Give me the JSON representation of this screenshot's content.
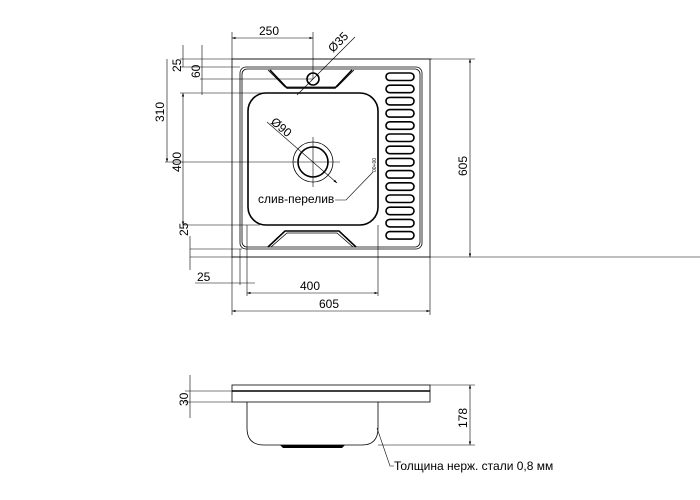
{
  "top_view": {
    "dim_width_top": "250",
    "dim_tap_hole": "Ø35",
    "dim_25_top": "25",
    "dim_60": "60",
    "dim_310": "310",
    "dim_400_left": "400",
    "dim_25_left": "25",
    "dim_605_right": "605",
    "dim_drain": "Ø90",
    "overflow_label": "слив-перелив",
    "overflow_mark": "00+00",
    "dim_25_bottom": "25",
    "dim_400_bottom": "400",
    "dim_605_bottom": "605",
    "drainer_slot_count": 14
  },
  "side_view": {
    "dim_30": "30",
    "dim_178": "178",
    "thickness_note": "Толщина нерж. стали 0,8 мм"
  }
}
